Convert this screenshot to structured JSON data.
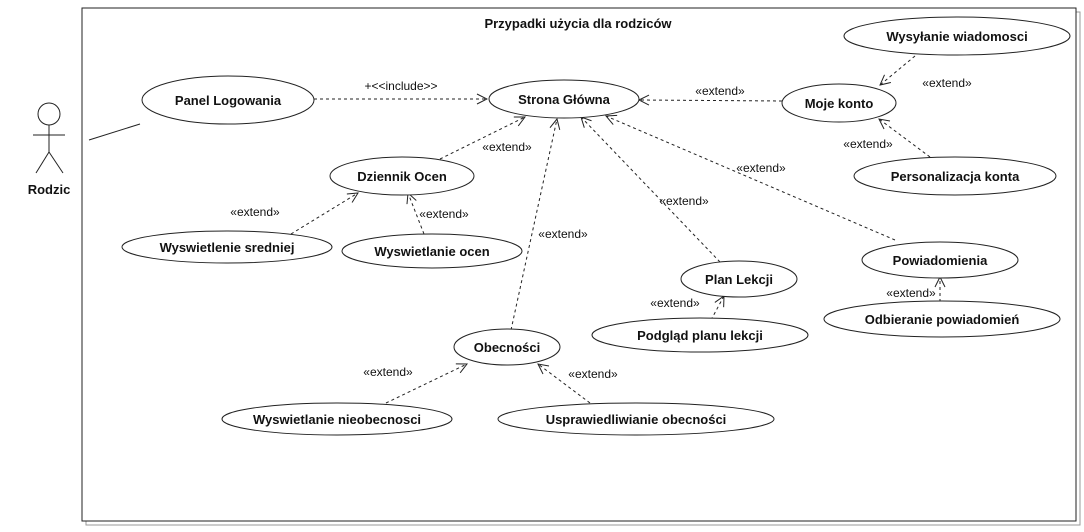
{
  "diagram": {
    "title": "Przypadki użycia  dla rodziców",
    "actor": {
      "name": "Rodzic"
    },
    "use_cases": {
      "panel_logowania": "Panel Logowania",
      "strona_glowna": "Strona Główna",
      "moje_konto": "Moje konto",
      "wysylanie_wiadomosci": "Wysyłanie wiadomosci",
      "personalizacja_konta": "Personalizacja konta",
      "dziennik_ocen": "Dziennik Ocen",
      "wyswietlenie_sredniej": "Wyswietlenie sredniej",
      "wyswietlanie_ocen": "Wyswietlanie ocen",
      "obecnosci": "Obecności",
      "wyswietlanie_nieobecnosci": "Wyswietlanie nieobecnosci",
      "usprawiedliwianie_obecnosci": "Usprawiedliwianie obecności",
      "plan_lekcji": "Plan Lekcji",
      "podglad_planu_lekcji": "Podgląd planu lekcji",
      "powiadomienia": "Powiadomienia",
      "odbieranie_powiadomien": "Odbieranie powiadomień"
    },
    "labels": {
      "include_main": "+<<include>>",
      "ext_moje_konto": "«extend»",
      "ext_wysylanie": "«extend»",
      "ext_personalizacja": "«extend»",
      "ext_dziennik": "«extend»",
      "ext_sredniej": "«extend»",
      "ext_ocen": "«extend»",
      "ext_obecnosci": "«extend»",
      "ext_plan": "«extend»",
      "ext_powiadomienia": "«extend»",
      "ext_podglad": "«extend»",
      "ext_odbieranie": "«extend»",
      "ext_nieobecnosci": "«extend»",
      "ext_usprawiedliwianie": "«extend»"
    }
  }
}
